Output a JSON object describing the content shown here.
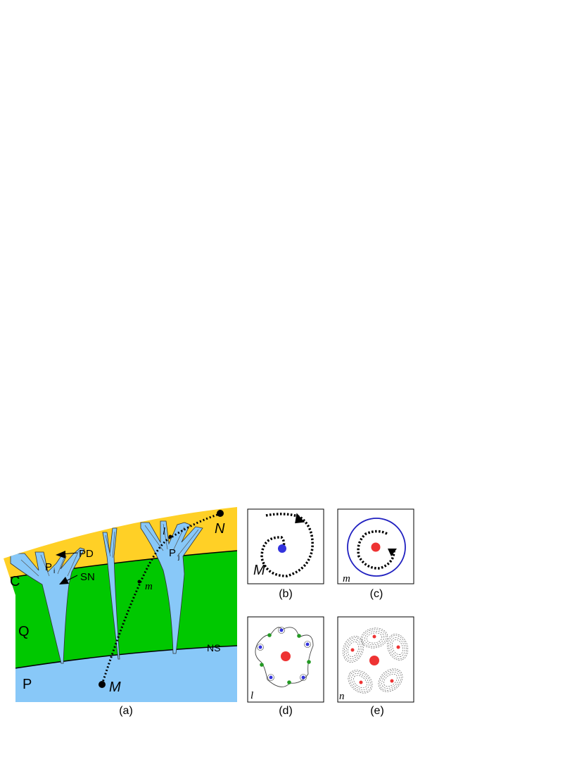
{
  "panel_a": {
    "caption": "(a)",
    "regions": {
      "c": "C",
      "q": "Q",
      "p": "P"
    },
    "labels": {
      "pd": "PD",
      "sn": "SN",
      "ns": "NS"
    },
    "pi": {
      "main": "P",
      "sub": "i"
    },
    "pj": {
      "main": "P",
      "sub": "j"
    },
    "points": {
      "l": "l",
      "m": "m",
      "M": "M",
      "N": "N"
    },
    "colors": {
      "yellow": "#FFD026",
      "green": "#00C800",
      "blue": "#88C8F8"
    }
  },
  "panel_b": {
    "caption": "(b)",
    "corner": "M",
    "dot_color": "#3333DD"
  },
  "panel_c": {
    "caption": "(c)",
    "corner": "m",
    "dot_color": "#EE3333",
    "ring_color": "#2020C0"
  },
  "panel_d": {
    "caption": "(d)",
    "corner": "l",
    "center_color": "#EE3333",
    "blue_color": "#3333DD",
    "green_color": "#229922"
  },
  "panel_e": {
    "caption": "(e)",
    "corner": "n",
    "dot_color": "#EE3333"
  }
}
